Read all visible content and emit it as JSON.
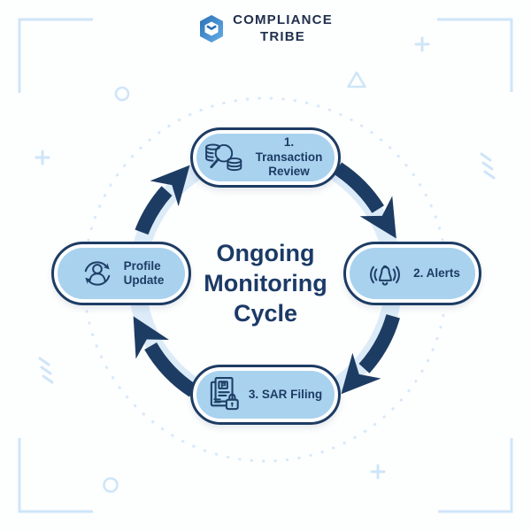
{
  "brand": {
    "logo_icon": "hexagon-chevron-logo",
    "line1": "COMPLIANCE",
    "line2": "TRIBE"
  },
  "center_title": {
    "lines": [
      "Ongoing",
      "Monitoring",
      "Cycle"
    ]
  },
  "nodes": [
    {
      "id": "transaction-review",
      "icon": "magnifier-coins-icon",
      "lines": [
        "1. Transaction",
        "Review"
      ]
    },
    {
      "id": "alerts",
      "icon": "bell-ringing-icon",
      "lines": [
        "2. Alerts"
      ]
    },
    {
      "id": "sar-filing",
      "icon": "document-lock-icon",
      "lines": [
        "3. SAR Filing"
      ]
    },
    {
      "id": "profile-update",
      "icon": "person-refresh-icon",
      "lines": [
        "Profile",
        "Update"
      ]
    }
  ],
  "diagram": {
    "type": "cycle",
    "direction": "clockwise",
    "steps": 4
  },
  "colors": {
    "navy": "#1d3c64",
    "node_fill": "#a9d2ef",
    "ring_light_blue": "#dcebf8",
    "decoration_blue": "#cfe5f8",
    "logo_blue_dark": "#2a6fb5",
    "logo_blue_light": "#66aee6",
    "background": "#fdfefe"
  }
}
